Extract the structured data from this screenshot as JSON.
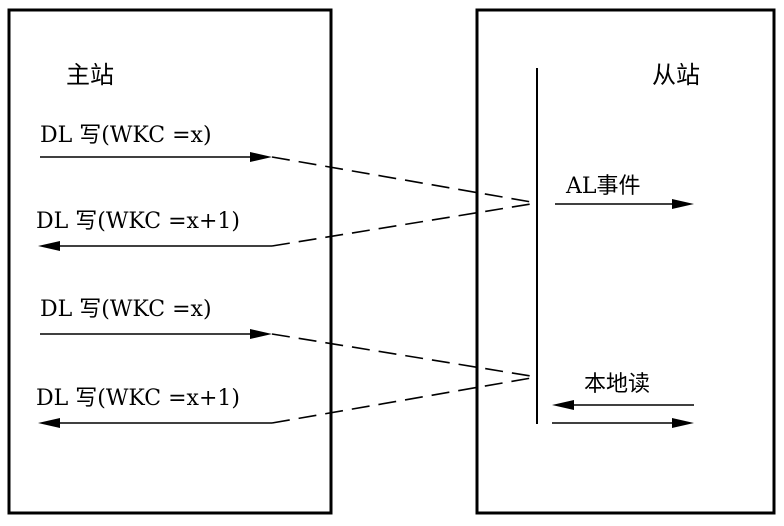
{
  "master": {
    "title": "主站",
    "messages": [
      {
        "label": "DL 写(WKC =x)",
        "direction": "out"
      },
      {
        "label": "DL 写(WKC =x+1)",
        "direction": "in"
      },
      {
        "label": "DL 写(WKC =x)",
        "direction": "out"
      },
      {
        "label": "DL 写(WKC =x+1)",
        "direction": "in"
      }
    ]
  },
  "slave": {
    "title": "从站",
    "events": [
      {
        "label": "AL事件",
        "direction": "out"
      },
      {
        "label": "本地读",
        "direction": "in"
      }
    ]
  }
}
